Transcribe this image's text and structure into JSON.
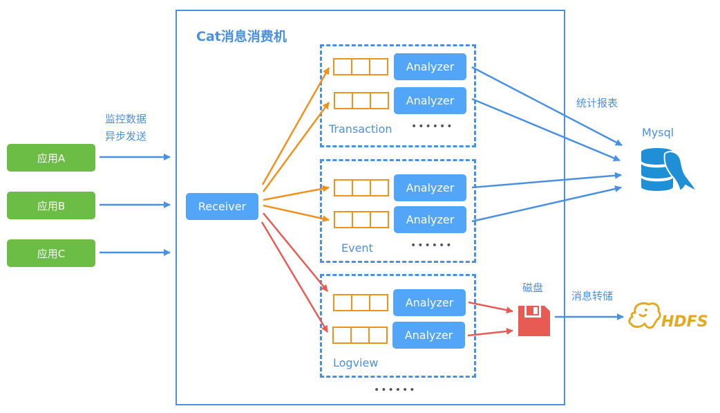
{
  "diagram": {
    "title": "Cat消息消费机",
    "send_label_line1": "监控数据",
    "send_label_line2": "异步发送",
    "apps": [
      {
        "label": "应用A"
      },
      {
        "label": "应用B"
      },
      {
        "label": "应用C"
      }
    ],
    "receiver": {
      "label": "Receiver"
    },
    "groups": [
      {
        "name": "Transaction",
        "analyzers": [
          "Analyzer",
          "Analyzer"
        ],
        "more": "••••••"
      },
      {
        "name": "Event",
        "analyzers": [
          "Analyzer",
          "Analyzer"
        ],
        "more": "••••••"
      },
      {
        "name": "Logview",
        "analyzers": [
          "Analyzer",
          "Analyzer"
        ]
      }
    ],
    "more_groups": "••••••",
    "report_label": "统计报表",
    "mysql_label": "Mysql",
    "disk_label": "磁盘",
    "transfer_label": "消息转储",
    "hdfs_label": "HDFS",
    "colors": {
      "app_green": "#6cbd45",
      "blue": "#4a90e2",
      "button_blue": "#52a5f7",
      "orange": "#f0901d",
      "red": "#e85b55",
      "mysql_blue": "#1f8fd6",
      "hdfs_gold": "#e3a81f"
    }
  }
}
